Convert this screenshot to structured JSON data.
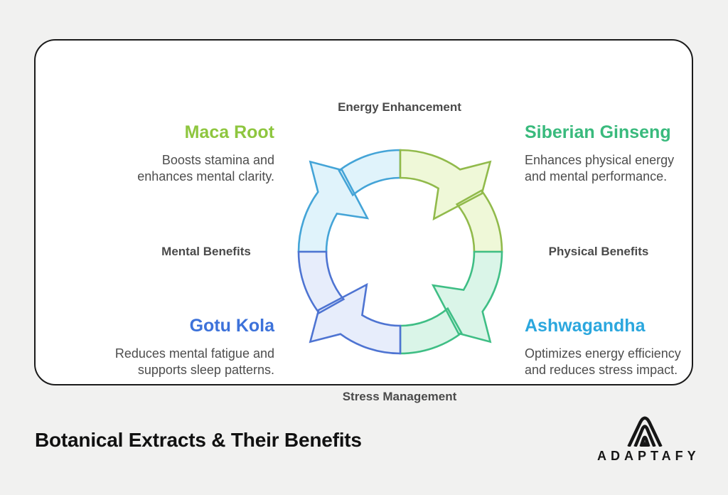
{
  "page": {
    "background_color": "#f1f1f0",
    "card_background": "#ffffff",
    "card_border_color": "#1b1b1b"
  },
  "cycle": {
    "labels": {
      "top": "Energy Enhancement",
      "right": "Physical Benefits",
      "bottom": "Stress Management",
      "left": "Mental Benefits"
    },
    "label_color": "#4a4a4a",
    "segments": [
      {
        "position": "top-left",
        "fill": "#e0f3fb",
        "stroke": "#44a4d7"
      },
      {
        "position": "top-right",
        "fill": "#eff8d8",
        "stroke": "#91ba4b"
      },
      {
        "position": "bottom-right",
        "fill": "#daf5e8",
        "stroke": "#3fbe85"
      },
      {
        "position": "bottom-left",
        "fill": "#e7edfb",
        "stroke": "#4e74d2"
      }
    ]
  },
  "extracts": [
    {
      "name": "Maca Root",
      "color": "#8ec63f",
      "lines": [
        "Boosts stamina and",
        "enhances mental clarity."
      ]
    },
    {
      "name": "Siberian Ginseng",
      "color": "#39ba7d",
      "lines": [
        "Enhances physical energy",
        "and mental performance."
      ]
    },
    {
      "name": "Gotu Kola",
      "color": "#3d72da",
      "lines": [
        "Reduces mental fatigue and",
        "supports sleep patterns."
      ]
    },
    {
      "name": "Ashwagandha",
      "color": "#2ba7de",
      "lines": [
        "Optimizes energy efficiency",
        "and reduces stress impact."
      ]
    }
  ],
  "footer": {
    "title": "Botanical Extracts & Their Benefits",
    "brand": {
      "wordmark": "ADAPTAFY",
      "icon": "mountain-chevrons-icon",
      "color": "#161616"
    }
  }
}
